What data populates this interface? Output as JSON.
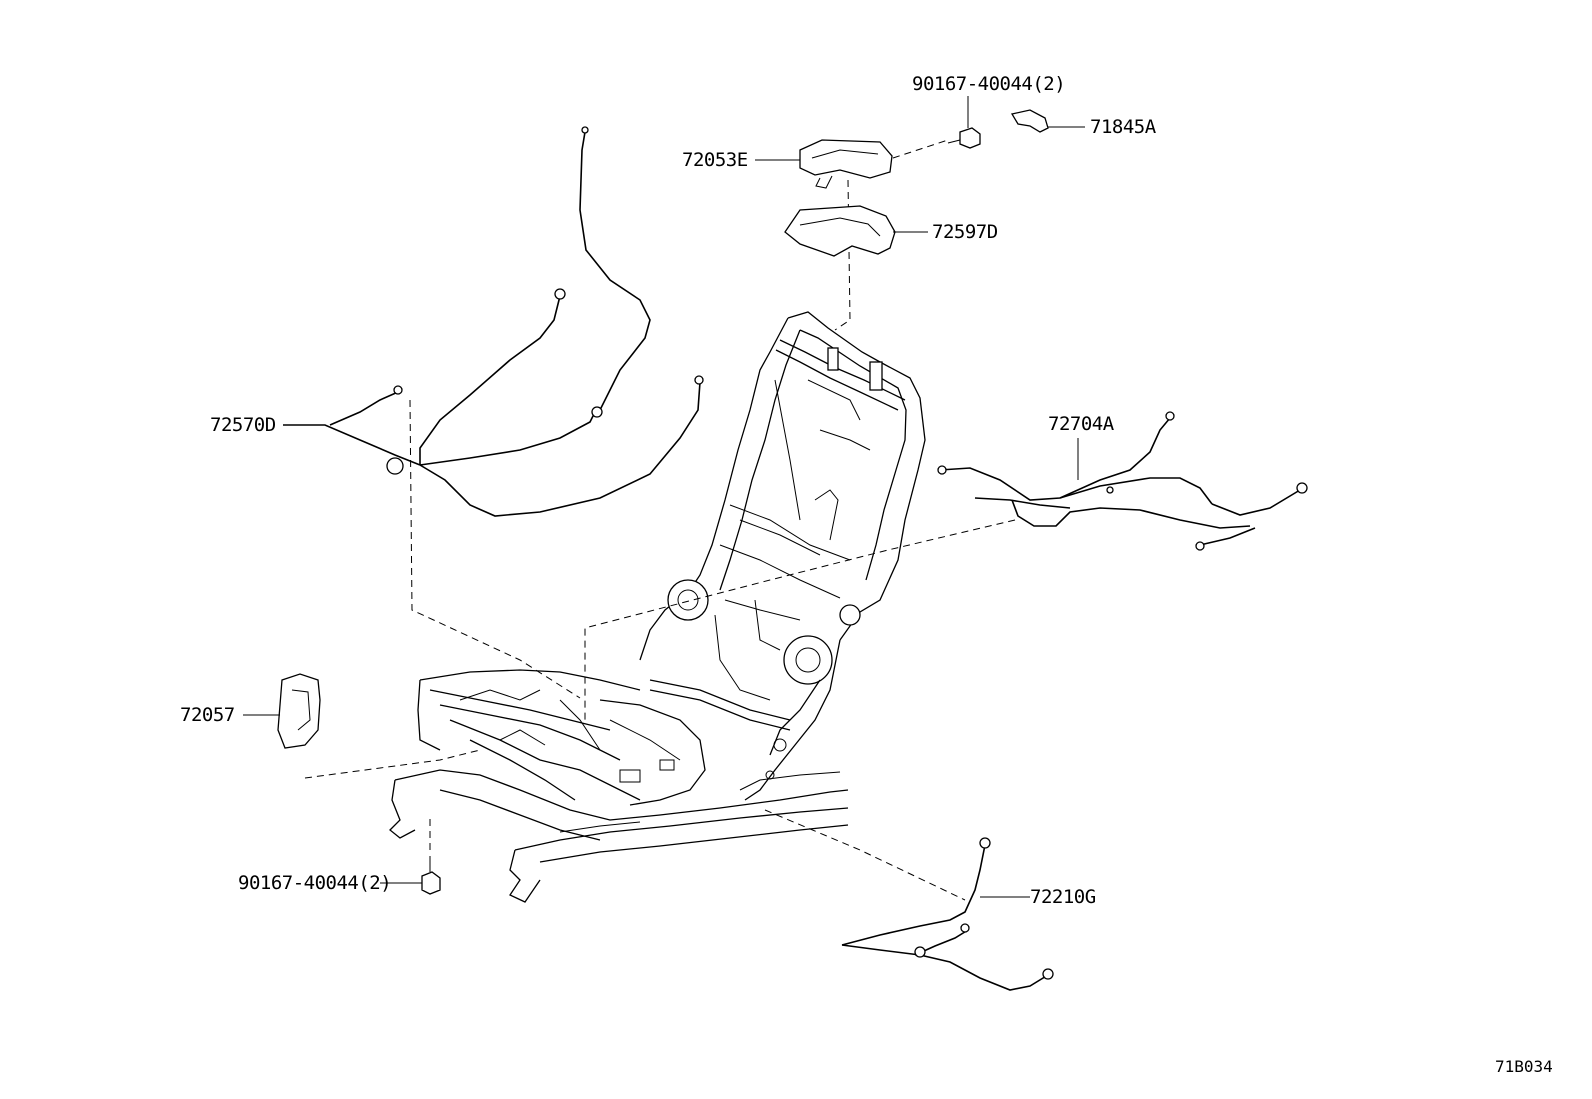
{
  "diagram": {
    "code": "71B034",
    "labels": {
      "bolt_top": "90167-40044(2)",
      "cover_71845A": "71845A",
      "handle_72053E": "72053E",
      "cover_72597D": "72597D",
      "cable_72570D": "72570D",
      "cable_72704A": "72704A",
      "cover_72057": "72057",
      "bolt_bottom": "90167-40044(2)",
      "cable_72210G": "72210G"
    }
  }
}
